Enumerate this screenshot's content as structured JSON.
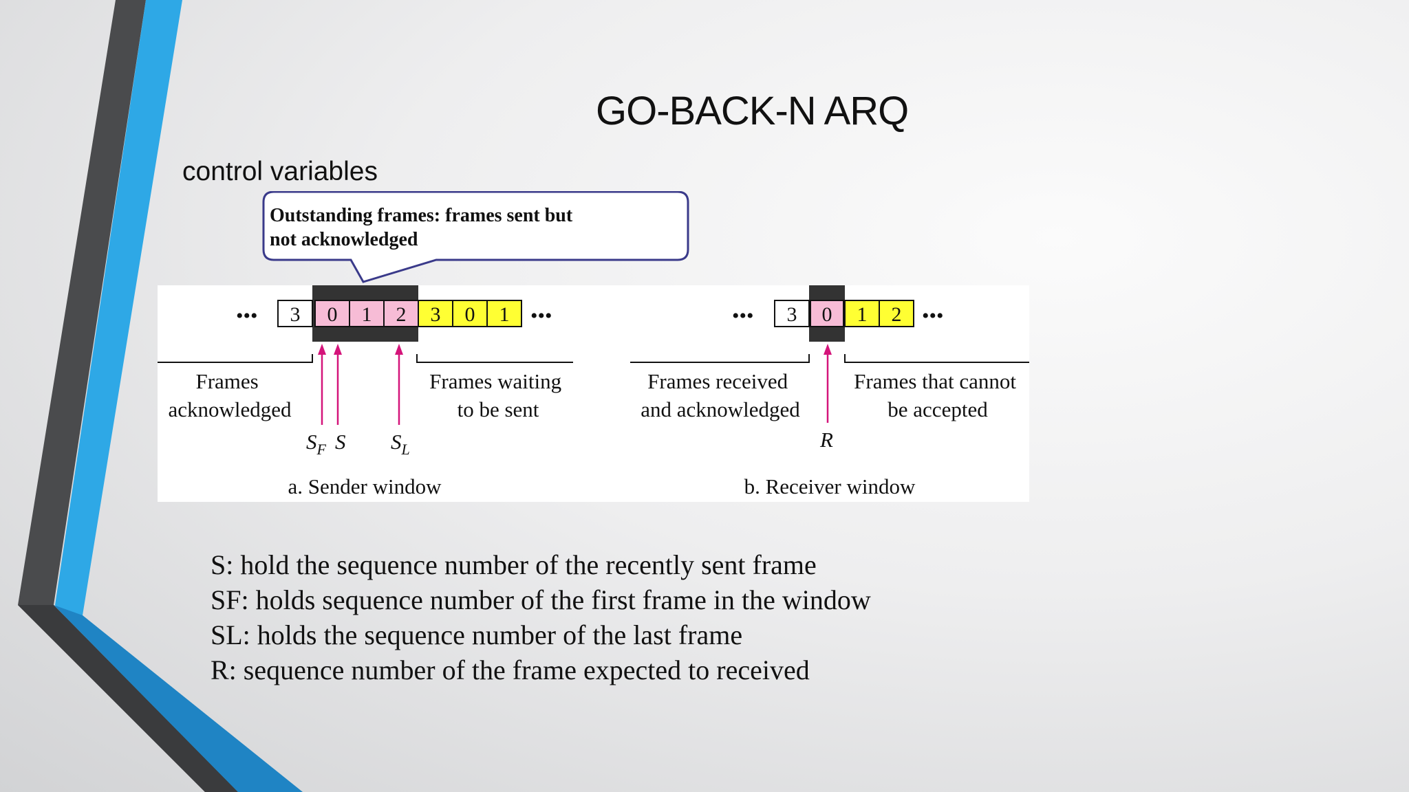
{
  "slide": {
    "title": "GO-BACK-N ARQ",
    "subtitle": "control variables"
  },
  "colors": {
    "dark_stripe": "#4a4b4d",
    "blue_stripe": "#2ea8e6",
    "frame_pink": "#f7bcd6",
    "frame_yellow": "#ffff33",
    "window_dark": "#333333",
    "arrow_magenta": "#d4147a",
    "callout_border": "#3a3a8a"
  },
  "callout": {
    "line1": "Outstanding frames: frames sent but",
    "line2": "not acknowledged"
  },
  "sender": {
    "ellipsis": "•••",
    "frames": [
      {
        "label": "3",
        "state": "acknowledged"
      },
      {
        "label": "0",
        "state": "outstanding"
      },
      {
        "label": "1",
        "state": "outstanding"
      },
      {
        "label": "2",
        "state": "outstanding"
      },
      {
        "label": "3",
        "state": "waiting"
      },
      {
        "label": "0",
        "state": "waiting"
      },
      {
        "label": "1",
        "state": "waiting"
      }
    ],
    "left_label": [
      "Frames",
      "acknowledged"
    ],
    "right_label": [
      "Frames waiting",
      "to be sent"
    ],
    "pointers": {
      "sf": "S",
      "sf_sub": "F",
      "s": "S",
      "sl": "S",
      "sl_sub": "L"
    },
    "caption": "a. Sender window"
  },
  "receiver": {
    "ellipsis": "•••",
    "frames": [
      {
        "label": "3",
        "state": "received"
      },
      {
        "label": "0",
        "state": "expected"
      },
      {
        "label": "1",
        "state": "not-accepted"
      },
      {
        "label": "2",
        "state": "not-accepted"
      }
    ],
    "left_label": [
      "Frames received",
      "and acknowledged"
    ],
    "right_label": [
      "Frames that cannot",
      "be accepted"
    ],
    "pointer": "R",
    "caption": "b. Receiver window"
  },
  "notes": [
    "S: hold the sequence number of the recently sent frame",
    "SF: holds sequence number of the first frame in the window",
    "SL: holds the sequence number of the last frame",
    "R: sequence number of the frame expected to received"
  ]
}
